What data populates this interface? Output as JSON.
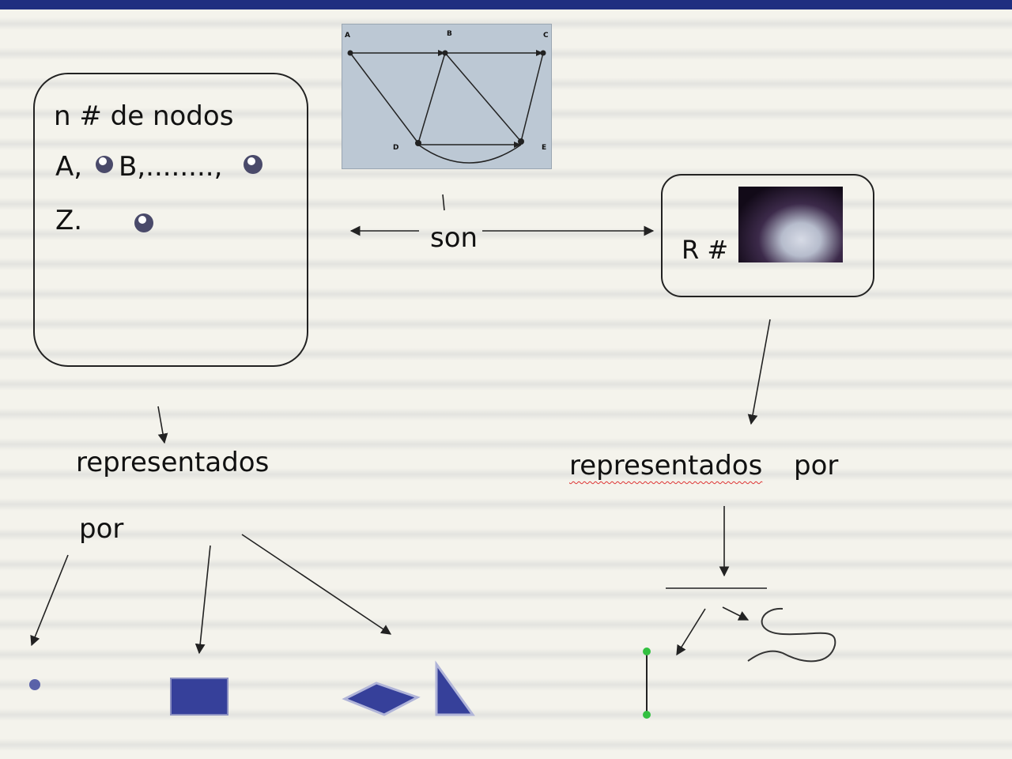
{
  "nodes_box": {
    "line1": "n # de nodos",
    "line2": "A,",
    "line2b": "B,........,",
    "line3": "Z."
  },
  "graph_figure": {
    "vertices": [
      "A",
      "B",
      "C",
      "D",
      "E"
    ]
  },
  "center_text": "son",
  "edges_box": {
    "label": "R #",
    "image": "photo-thumbnail"
  },
  "left_branch": {
    "text1": "representados",
    "text2": "por",
    "shapes": [
      "point",
      "rectangle",
      "rhombus",
      "triangle"
    ]
  },
  "right_branch": {
    "text": "representados",
    "text_por": "por",
    "shapes": [
      "segment",
      "curve"
    ]
  },
  "colors": {
    "shape_fill": "#36409a",
    "segment_end": "#32c040",
    "underline": "#d33333",
    "top_bar": "#1f2f80"
  }
}
